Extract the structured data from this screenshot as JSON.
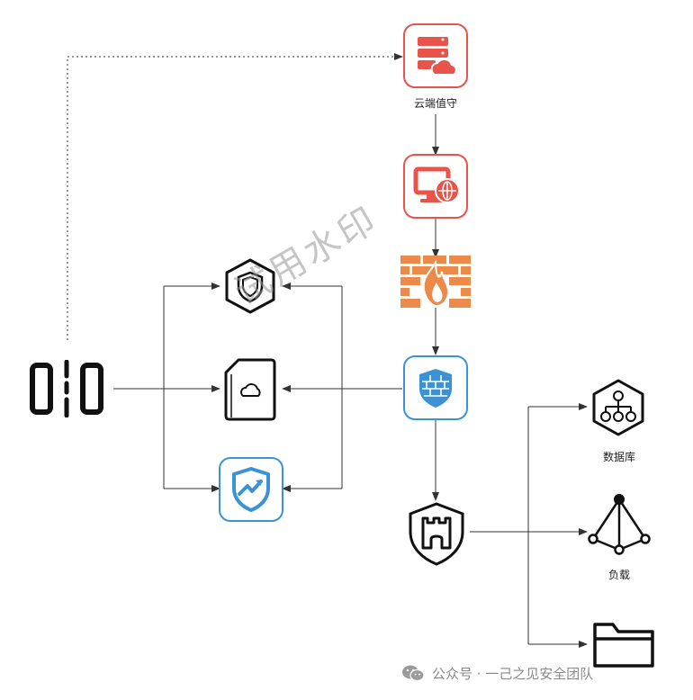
{
  "nodes": {
    "cloud_guard": {
      "label": "云端值守",
      "icon": "server-cloud-icon"
    },
    "web_monitor": {
      "icon": "monitor-globe-icon"
    },
    "firewall": {
      "icon": "firewall-icon"
    },
    "waf": {
      "icon": "waf-shield-icon"
    },
    "castle_gateway": {
      "icon": "castle-shield-icon"
    },
    "shield": {
      "icon": "hexagon-shield-icon"
    },
    "cloud_sim": {
      "icon": "cloud-card-icon"
    },
    "trend_shield": {
      "icon": "trend-shield-icon"
    },
    "switch": {
      "icon": "switch-icon"
    },
    "database": {
      "label": "数据库",
      "icon": "hexagon-hierarchy-icon"
    },
    "load": {
      "label": "负载",
      "icon": "load-balancer-icon"
    },
    "folder": {
      "icon": "folder-icon"
    }
  },
  "watermark": "试用水印",
  "footer": {
    "text": "公众号 · 一己之见安全团队",
    "icon": "wechat-icon"
  },
  "colors": {
    "red": "#e8534a",
    "blue": "#3b93d6",
    "orange": "#ec8a4a",
    "line": "#333333"
  }
}
